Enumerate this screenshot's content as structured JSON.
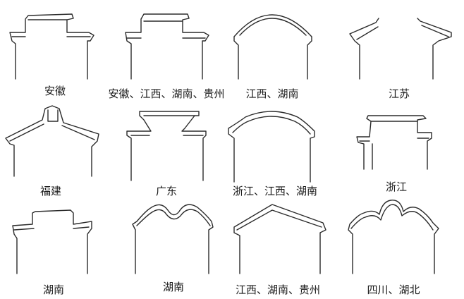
{
  "labels": [
    "安徽",
    "安徽、江西、湖南、贵州",
    "江西、湖南",
    "江苏",
    "福建",
    "广东",
    "浙江、江西、湖南",
    "浙江",
    "湖南",
    "湖南",
    "江西、湖南、贵州",
    "四川、湖北"
  ],
  "colors": {
    "ink": "#2b2b2b",
    "background": "#ffffff"
  }
}
